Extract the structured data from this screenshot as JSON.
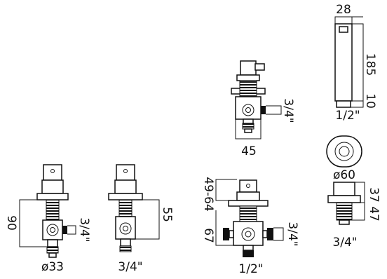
{
  "units": {
    "a": {
      "d1": "90",
      "d2": "3/4\"",
      "d3": "ø33"
    },
    "b": {
      "d1": "55",
      "d2": "3/4\""
    },
    "c": {
      "d1": "3/4\"",
      "d2": "45"
    },
    "d": {
      "d1": "49-64",
      "d2": "67",
      "d3": "3/4\"",
      "d4": "1/2\""
    },
    "e": {
      "d1": "28",
      "d2": "185",
      "d3": "10",
      "d4": "1/2\""
    },
    "f": {
      "d1": "ø60",
      "d2": "37",
      "d3": "47",
      "d4": "3/4\""
    }
  }
}
